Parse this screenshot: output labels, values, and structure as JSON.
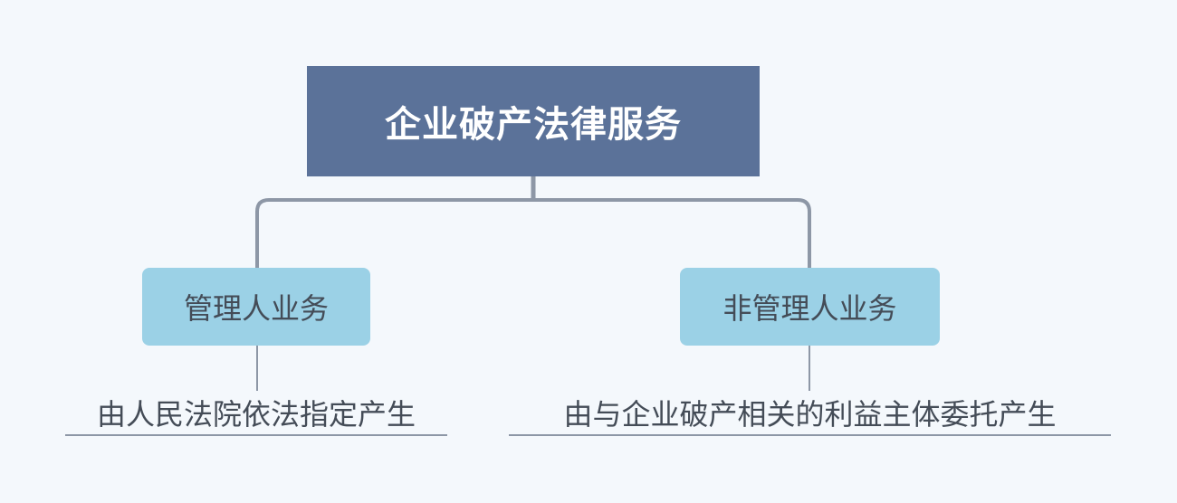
{
  "diagram": {
    "root": {
      "label": "企业破产法律服务"
    },
    "branches": [
      {
        "label": "管理人业务",
        "detail": "由人民法院依法指定产生"
      },
      {
        "label": "非管理人业务",
        "detail": "由与企业破产相关的利益主体委托产生"
      }
    ]
  },
  "colors": {
    "background": "#f4f8fc",
    "root_fill": "#5b7299",
    "branch_fill": "#9bd1e6",
    "connector": "#8d97a6",
    "text": "#444c57"
  }
}
